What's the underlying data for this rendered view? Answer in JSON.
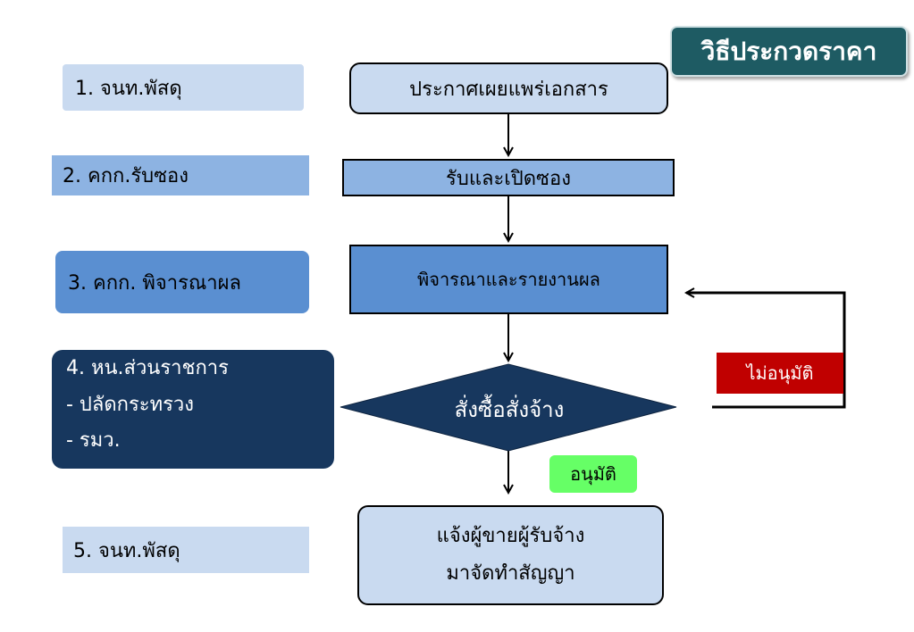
{
  "title": "วิธีประกวดราคา",
  "roles": {
    "r1": "1. จนท.พัสดุ",
    "r2": "2. คกก.รับซอง",
    "r3": "3. คกก. พิจารณาผล",
    "r4_line1": "4. หน.ส่วนราชการ",
    "r4_line2": "- ปลัดกระทรวง",
    "r4_line3": "- รมว.",
    "r5": "5. จนท.พัสดุ"
  },
  "steps": {
    "announce": "ประกาศเผยแพร่เอกสาร",
    "receive": "รับและเปิดซอง",
    "consider": "พิจารณาและรายงานผล",
    "decision": "สั่งซื้อสั่งจ้าง",
    "notify_line1": "แจ้งผู้ขายผู้รับจ้าง",
    "notify_line2": "มาจัดทำสัญญา"
  },
  "branches": {
    "approve": "อนุมัติ",
    "reject": "ไม่อนุมัติ"
  },
  "colors": {
    "title_bg": "#1e5b63",
    "light_blue": "#c9daf0",
    "mid_blue": "#8db3e2",
    "blue": "#5a8fd1",
    "navy": "#17375e",
    "reject_red": "#c00000",
    "approve_green": "#66ff66"
  }
}
